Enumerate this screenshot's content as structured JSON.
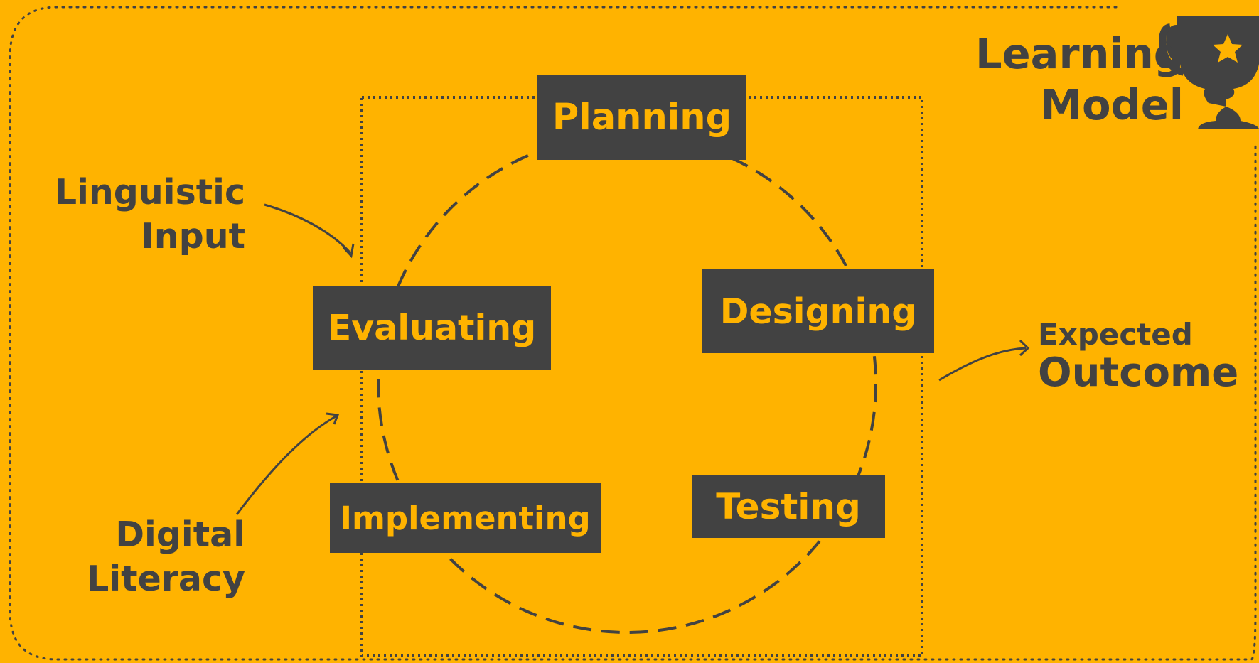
{
  "title": {
    "line1": "Learning",
    "line2": "Model"
  },
  "title_icon": "trophy-icon",
  "cycle_stages": [
    {
      "name": "Planning"
    },
    {
      "name": "Designing"
    },
    {
      "name": "Testing"
    },
    {
      "name": "Implementing"
    },
    {
      "name": "Evaluating"
    }
  ],
  "inputs": {
    "linguistic": {
      "line1": "Linguistic",
      "line2": "Input"
    },
    "digital": {
      "line1": "Digital",
      "line2": "Literacy"
    }
  },
  "output": {
    "line1": "Expected",
    "line2": "Outcome"
  },
  "colors": {
    "background": "#FFB300",
    "dark": "#424242"
  }
}
